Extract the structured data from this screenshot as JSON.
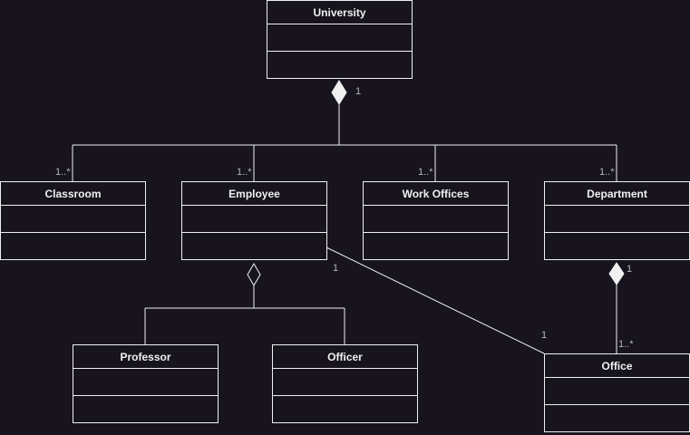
{
  "colors": {
    "background": "#18141d",
    "stroke": "#f0f0f0",
    "label": "#b5b5b5"
  },
  "classes": {
    "university": "University",
    "classroom": "Classroom",
    "employee": "Employee",
    "work_offices": "Work Offices",
    "department": "Department",
    "professor": "Professor",
    "officer": "Officer",
    "office": "Office"
  },
  "multiplicities": {
    "university_end": "1",
    "classroom_end": "1..*",
    "employee_end": "1..*",
    "work_offices_end": "1..*",
    "department_end": "1..*",
    "department_composition": "1",
    "office_composition_end": "1..*",
    "employee_office_employee_end": "1",
    "employee_office_office_end": "1"
  }
}
